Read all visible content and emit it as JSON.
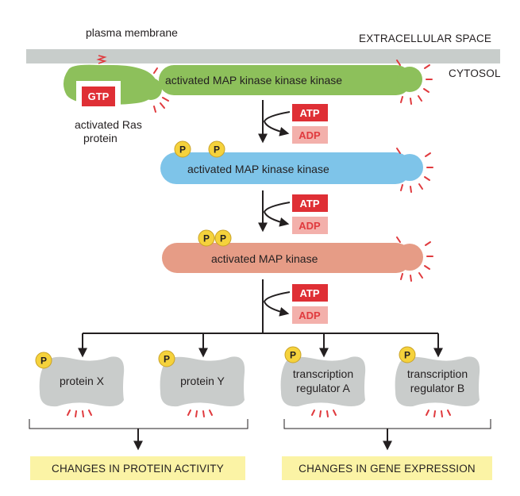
{
  "labels": {
    "plasma_membrane": "plasma membrane",
    "extracellular_space": "EXTRACELLULAR SPACE",
    "cytosol": "CYTOSOL",
    "gtp": "GTP",
    "activated_ras_line1": "activated Ras",
    "activated_ras_line2": "protein",
    "mapkkk": "activated MAP kinase kinase kinase",
    "mapkk": "activated MAP kinase kinase",
    "mapk": "activated MAP kinase",
    "atp": "ATP",
    "adp": "ADP",
    "phosphate": "P",
    "protein_x": "protein X",
    "protein_y": "protein Y",
    "tr_a_line1": "transcription",
    "tr_a_line2": "regulator A",
    "tr_b_line1": "transcription",
    "tr_b_line2": "regulator B",
    "changes_protein": "CHANGES IN PROTEIN ACTIVITY",
    "changes_gene": "CHANGES IN GENE EXPRESSION"
  },
  "colors": {
    "membrane": "#c8cdcb",
    "green": "#8dc05b",
    "blue": "#7ec4e9",
    "salmon": "#e69c86",
    "gray_protein": "#c9cccb",
    "atp_red": "#df2f35",
    "adp_pink": "#f3b0ab",
    "phosphate_yellow": "#f5d23c",
    "outcome_yellow": "#fbf3a5",
    "glow_red": "#e03a3e"
  }
}
